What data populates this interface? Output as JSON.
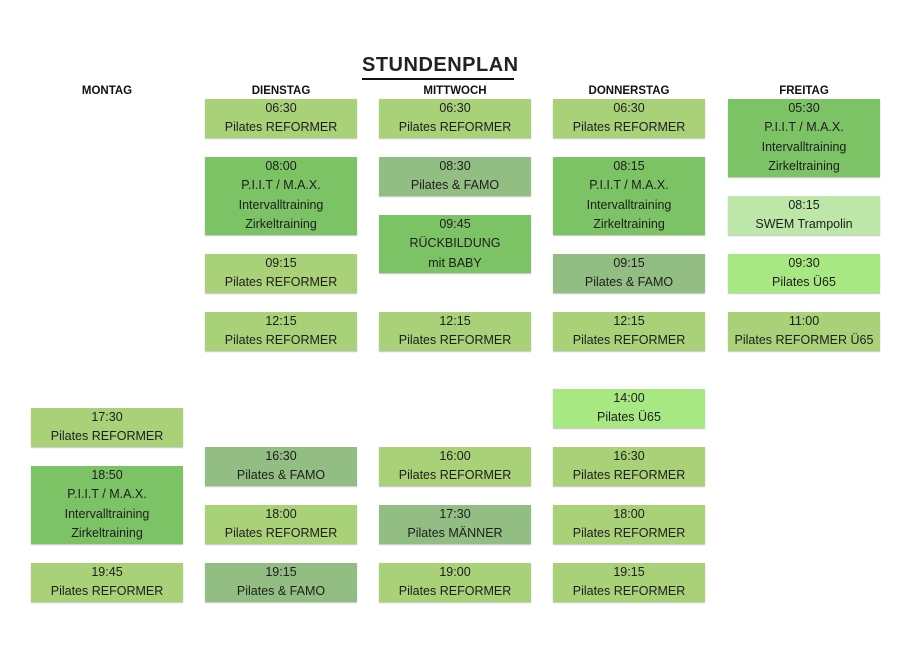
{
  "title": "STUNDENPLAN",
  "colors": {
    "pale": "#a9d178",
    "green": "#7cc366",
    "sage": "#92be83",
    "bright": "#a8e882",
    "mint": "#bde6a9"
  },
  "days": [
    {
      "name": "MONTAG",
      "classes": [
        {
          "time": "17:30",
          "lines": [
            "Pilates REFORMER"
          ],
          "color": "pale"
        },
        {
          "time": "18:50",
          "lines": [
            "P.I.I.T / M.A.X.",
            "Intervalltraining",
            "Zirkeltraining"
          ],
          "color": "green"
        },
        {
          "time": "19:45",
          "lines": [
            "Pilates REFORMER"
          ],
          "color": "pale"
        }
      ]
    },
    {
      "name": "DIENSTAG",
      "classes": [
        {
          "time": "06:30",
          "lines": [
            "Pilates REFORMER"
          ],
          "color": "pale"
        },
        {
          "time": "08:00",
          "lines": [
            "P.I.I.T / M.A.X.",
            "Intervalltraining",
            "Zirkeltraining"
          ],
          "color": "green"
        },
        {
          "time": "09:15",
          "lines": [
            "Pilates REFORMER"
          ],
          "color": "pale"
        },
        {
          "time": "12:15",
          "lines": [
            "Pilates REFORMER"
          ],
          "color": "pale"
        },
        {
          "time": "16:30",
          "lines": [
            "Pilates & FAMO"
          ],
          "color": "sage"
        },
        {
          "time": "18:00",
          "lines": [
            "Pilates REFORMER"
          ],
          "color": "pale"
        },
        {
          "time": "19:15",
          "lines": [
            "Pilates & FAMO"
          ],
          "color": "sage"
        }
      ]
    },
    {
      "name": "MITTWOCH",
      "classes": [
        {
          "time": "06:30",
          "lines": [
            "Pilates REFORMER"
          ],
          "color": "pale"
        },
        {
          "time": "08:30",
          "lines": [
            "Pilates & FAMO"
          ],
          "color": "sage"
        },
        {
          "time": "09:45",
          "lines": [
            "RÜCKBILDUNG",
            "mit BABY"
          ],
          "color": "green"
        },
        {
          "time": "12:15",
          "lines": [
            "Pilates REFORMER"
          ],
          "color": "pale"
        },
        {
          "time": "16:00",
          "lines": [
            "Pilates REFORMER"
          ],
          "color": "pale"
        },
        {
          "time": "17:30",
          "lines": [
            "Pilates MÄNNER"
          ],
          "color": "sage"
        },
        {
          "time": "19:00",
          "lines": [
            "Pilates REFORMER"
          ],
          "color": "pale"
        }
      ]
    },
    {
      "name": "DONNERSTAG",
      "classes": [
        {
          "time": "06:30",
          "lines": [
            "Pilates REFORMER"
          ],
          "color": "pale"
        },
        {
          "time": "08:15",
          "lines": [
            "P.I.I.T / M.A.X.",
            "Intervalltraining",
            "Zirkeltraining"
          ],
          "color": "green"
        },
        {
          "time": "09:15",
          "lines": [
            "Pilates & FAMO"
          ],
          "color": "sage"
        },
        {
          "time": "12:15",
          "lines": [
            "Pilates REFORMER"
          ],
          "color": "pale"
        },
        {
          "time": "14:00",
          "lines": [
            "Pilates Ü65"
          ],
          "color": "bright"
        },
        {
          "time": "16:30",
          "lines": [
            "Pilates REFORMER"
          ],
          "color": "pale"
        },
        {
          "time": "18:00",
          "lines": [
            "Pilates REFORMER"
          ],
          "color": "pale"
        },
        {
          "time": "19:15",
          "lines": [
            "Pilates REFORMER"
          ],
          "color": "pale"
        }
      ]
    },
    {
      "name": "FREITAG",
      "classes": [
        {
          "time": "05:30",
          "lines": [
            "P.I.I.T / M.A.X.",
            "Intervalltraining",
            "Zirkeltraining"
          ],
          "color": "green"
        },
        {
          "time": "08:15",
          "lines": [
            "SWEM Trampolin"
          ],
          "color": "mint"
        },
        {
          "time": "09:30",
          "lines": [
            "Pilates Ü65"
          ],
          "color": "bright"
        },
        {
          "time": "11:00",
          "lines": [
            "Pilates REFORMER Ü65"
          ],
          "color": "pale"
        }
      ]
    }
  ]
}
